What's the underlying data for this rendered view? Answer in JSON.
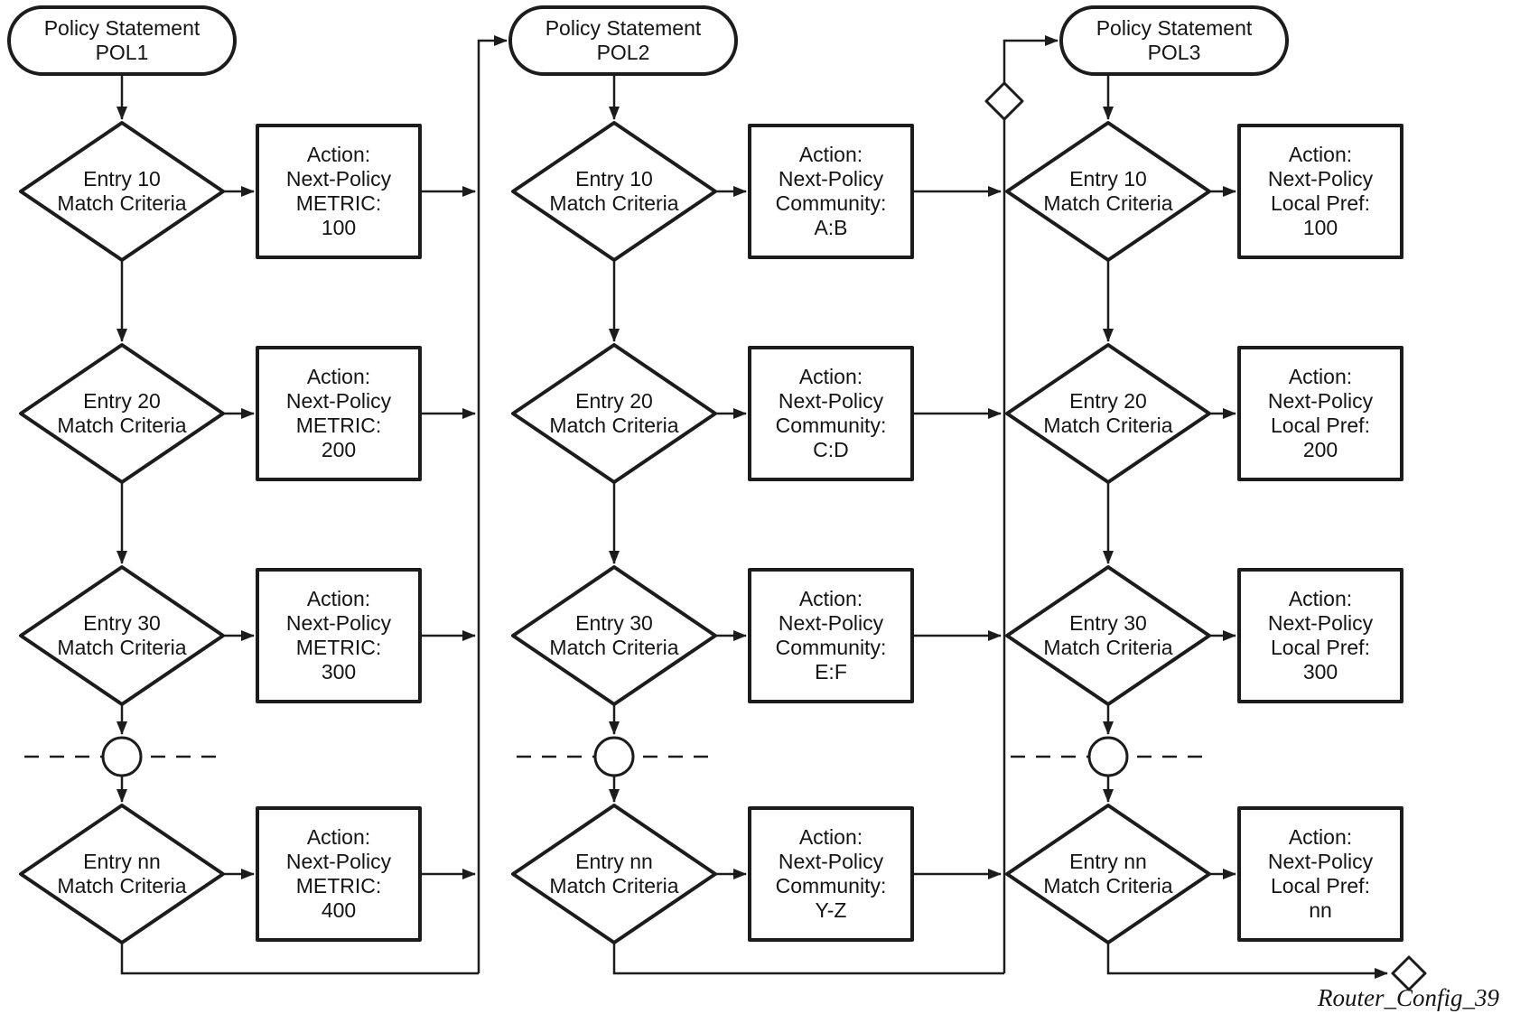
{
  "caption": "Router_Config_39",
  "columns": [
    {
      "header": "Policy Statement\nPOL1",
      "entries": [
        {
          "match": "Entry 10\nMatch Criteria",
          "action": "Action:\nNext-Policy\nMETRIC:\n100"
        },
        {
          "match": "Entry 20\nMatch Criteria",
          "action": "Action:\nNext-Policy\nMETRIC:\n200"
        },
        {
          "match": "Entry 30\nMatch Criteria",
          "action": "Action:\nNext-Policy\nMETRIC:\n300"
        },
        {
          "match": "Entry nn\nMatch Criteria",
          "action": "Action:\nNext-Policy\nMETRIC:\n400"
        }
      ]
    },
    {
      "header": "Policy Statement\nPOL2",
      "entries": [
        {
          "match": "Entry 10\nMatch Criteria",
          "action": "Action:\nNext-Policy\nCommunity:\nA:B"
        },
        {
          "match": "Entry 20\nMatch Criteria",
          "action": "Action:\nNext-Policy\nCommunity:\nC:D"
        },
        {
          "match": "Entry 30\nMatch Criteria",
          "action": "Action:\nNext-Policy\nCommunity:\nE:F"
        },
        {
          "match": "Entry nn\nMatch Criteria",
          "action": "Action:\nNext-Policy\nCommunity:\nY-Z"
        }
      ]
    },
    {
      "header": "Policy Statement\nPOL3",
      "entries": [
        {
          "match": "Entry 10\nMatch Criteria",
          "action": "Action:\nNext-Policy\nLocal Pref:\n100"
        },
        {
          "match": "Entry 20\nMatch Criteria",
          "action": "Action:\nNext-Policy\nLocal Pref:\n200"
        },
        {
          "match": "Entry 30\nMatch Criteria",
          "action": "Action:\nNext-Policy\nLocal Pref:\n300"
        },
        {
          "match": "Entry nn\nMatch Criteria",
          "action": "Action:\nNext-Policy\nLocal Pref:\nnn"
        }
      ]
    }
  ]
}
